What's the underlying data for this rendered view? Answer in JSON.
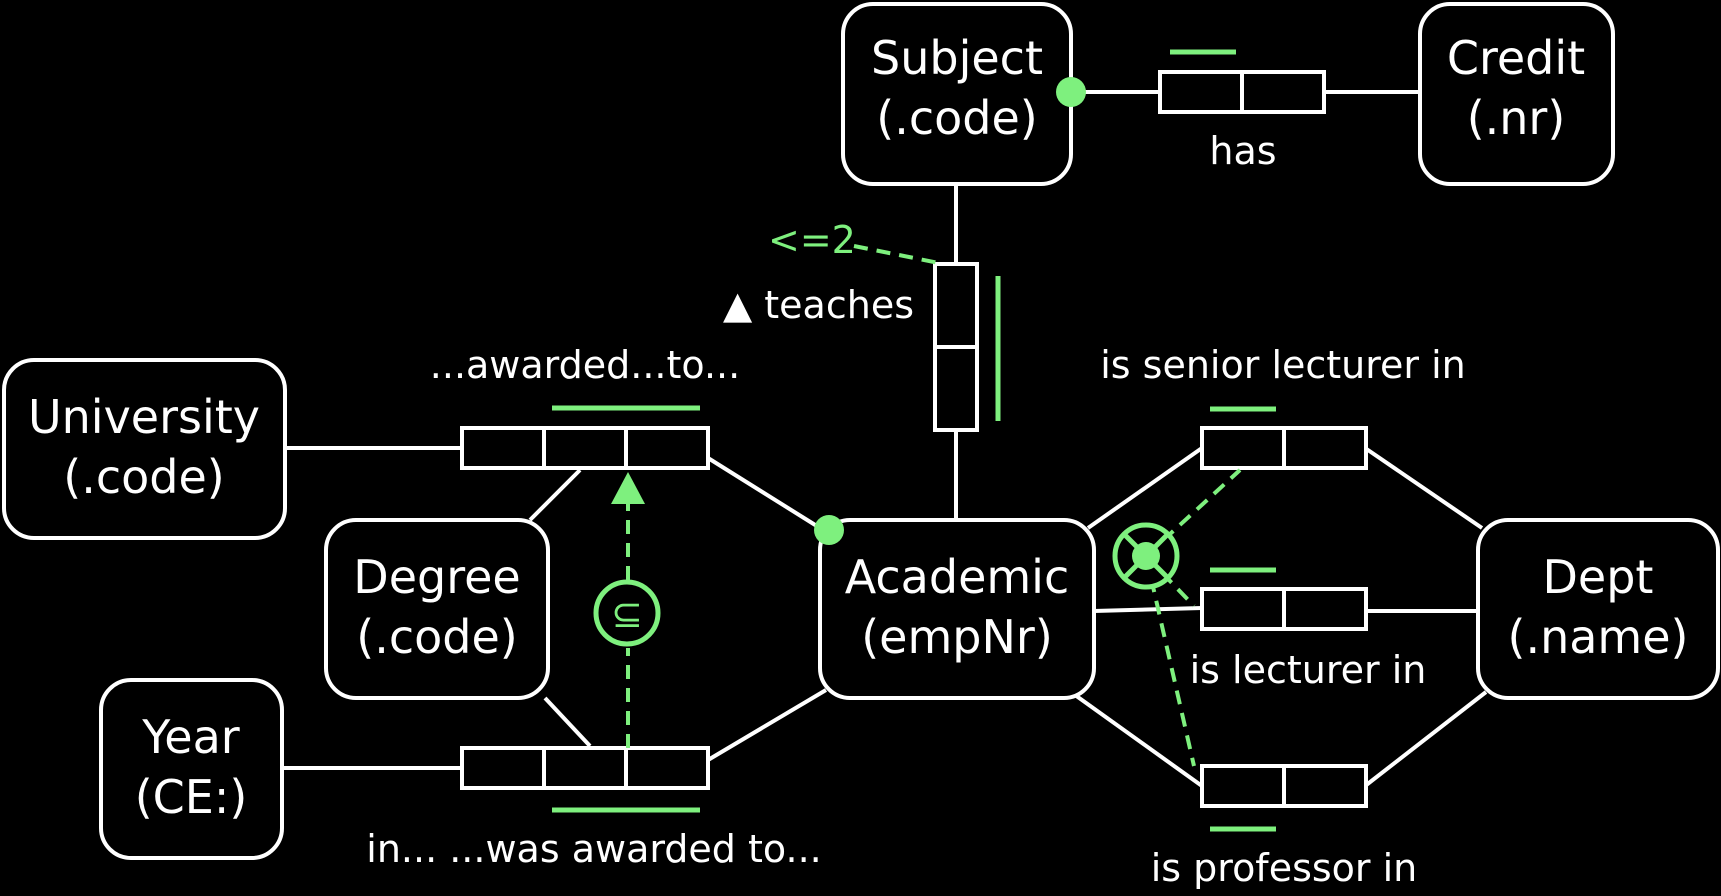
{
  "entities": {
    "subject": {
      "name": "Subject",
      "ref": "(.code)"
    },
    "credit": {
      "name": "Credit",
      "ref": "(.nr)"
    },
    "university": {
      "name": "University",
      "ref": "(.code)"
    },
    "degree": {
      "name": "Degree",
      "ref": "(.code)"
    },
    "year": {
      "name": "Year",
      "ref": "(CE:)"
    },
    "academic": {
      "name": "Academic",
      "ref": "(empNr)"
    },
    "dept": {
      "name": "Dept",
      "ref": "(.name)"
    }
  },
  "facts": {
    "has": "has",
    "teaches": "▲ teaches",
    "awarded_to": "...awarded...to...",
    "was_awarded_to": "in... ...was awarded to...",
    "senior_lecturer": "is senior lecturer in",
    "lecturer": "is lecturer in",
    "professor": "is professor in"
  },
  "constraints": {
    "frequency": "<=2",
    "subset_symbol": "⊆"
  },
  "colors": {
    "background": "#000000",
    "foreground": "#ffffff",
    "constraint": "#7ef07e"
  }
}
